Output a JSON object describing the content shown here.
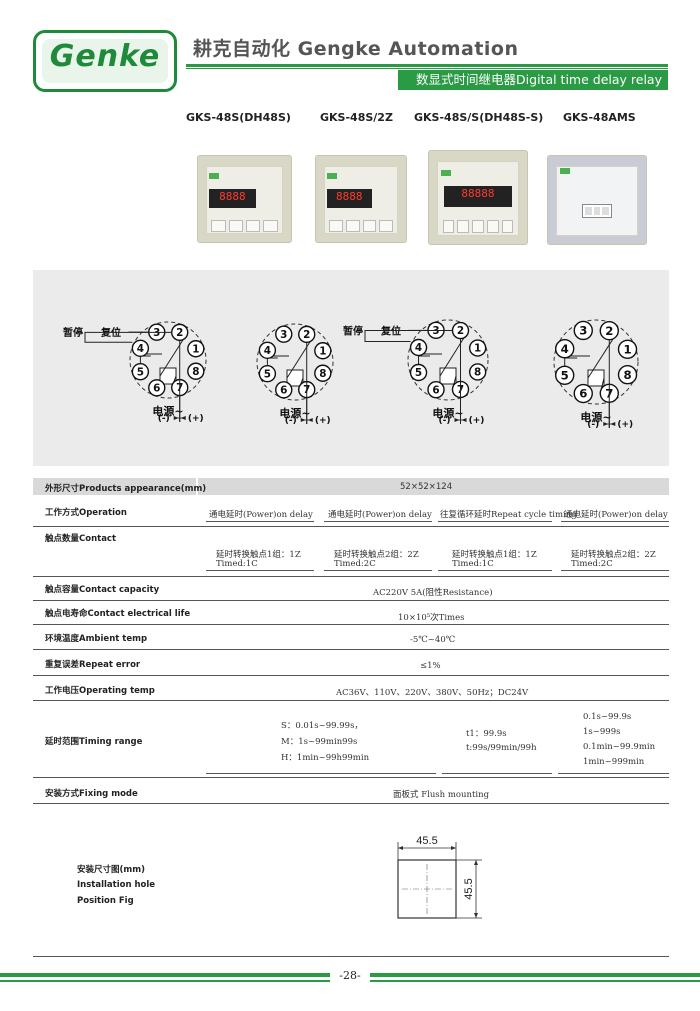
{
  "header": {
    "logo_text": "Genke",
    "company": "耕克自动化 Gengke Automation",
    "subtitle": "数显式时间继电器Digital time delay relay"
  },
  "models": [
    "GKS-48S(DH48S)",
    "GKS-48S/2Z",
    "GKS-48S/S(DH48S-S)",
    "GKS-48AMS"
  ],
  "diagram": {
    "pins": [
      "1",
      "2",
      "3",
      "4",
      "5",
      "6",
      "7",
      "8"
    ],
    "pause": "暂停",
    "reset": "复位",
    "power": "电源~",
    "minus": "(-)",
    "plus": "(+)"
  },
  "specs": {
    "appearance": {
      "label": "外形尺寸Products appearance(mm)",
      "value": "52×52×124"
    },
    "operation": {
      "label": "工作方式Operation",
      "values": [
        "通电延时(Power)on delay",
        "通电延时(Power)on delay",
        "往复循环延时Repeat cycle timing",
        "通电延时(Power)on delay"
      ]
    },
    "contact": {
      "label": "触点数量Contact",
      "values": [
        [
          "延时转换触点1组：1Z",
          "Timed:1C"
        ],
        [
          "延时转换触点2组：2Z",
          "Timed:2C"
        ],
        [
          "延时转换触点1组：1Z",
          "Timed:1C"
        ],
        [
          "延时转换触点2组：2Z",
          "Timed:2C"
        ]
      ]
    },
    "capacity": {
      "label": "触点容量Contact capacity",
      "value": "AC220V 5A(阻性Resistance)"
    },
    "life": {
      "label": "触点电寿命Contact electrical life",
      "value": "10×10⁵次Times"
    },
    "ambient": {
      "label": "环境温度Ambient temp",
      "value": "-5℃~40℃"
    },
    "repeat": {
      "label": "重复误差Repeat error",
      "value": "≤1%"
    },
    "voltage": {
      "label": "工作电压Operating temp",
      "value": "AC36V、110V、220V、380V、50Hz；DC24V"
    },
    "timing": {
      "label": "延时范围Timing range",
      "col1": [
        "S：0.01s~99.99s，",
        "M：1s~99min99s",
        "H：1min~99h99min"
      ],
      "col2": [
        "t1：99.9s",
        "t:99s/99min/99h"
      ],
      "col3": [
        "0.1s~99.9s",
        "1s~999s",
        "0.1min~99.9min",
        "1min~999min"
      ]
    },
    "fixing": {
      "label": "安装方式Fixing mode",
      "value": "面板式 Flush mounting"
    }
  },
  "installation": {
    "label_cn": "安装尺寸图(mm)",
    "label_en1": "Installation hole",
    "label_en2": "Position Fig",
    "width": "45.5",
    "height": "45.5"
  },
  "footer": {
    "page": "-28-"
  }
}
